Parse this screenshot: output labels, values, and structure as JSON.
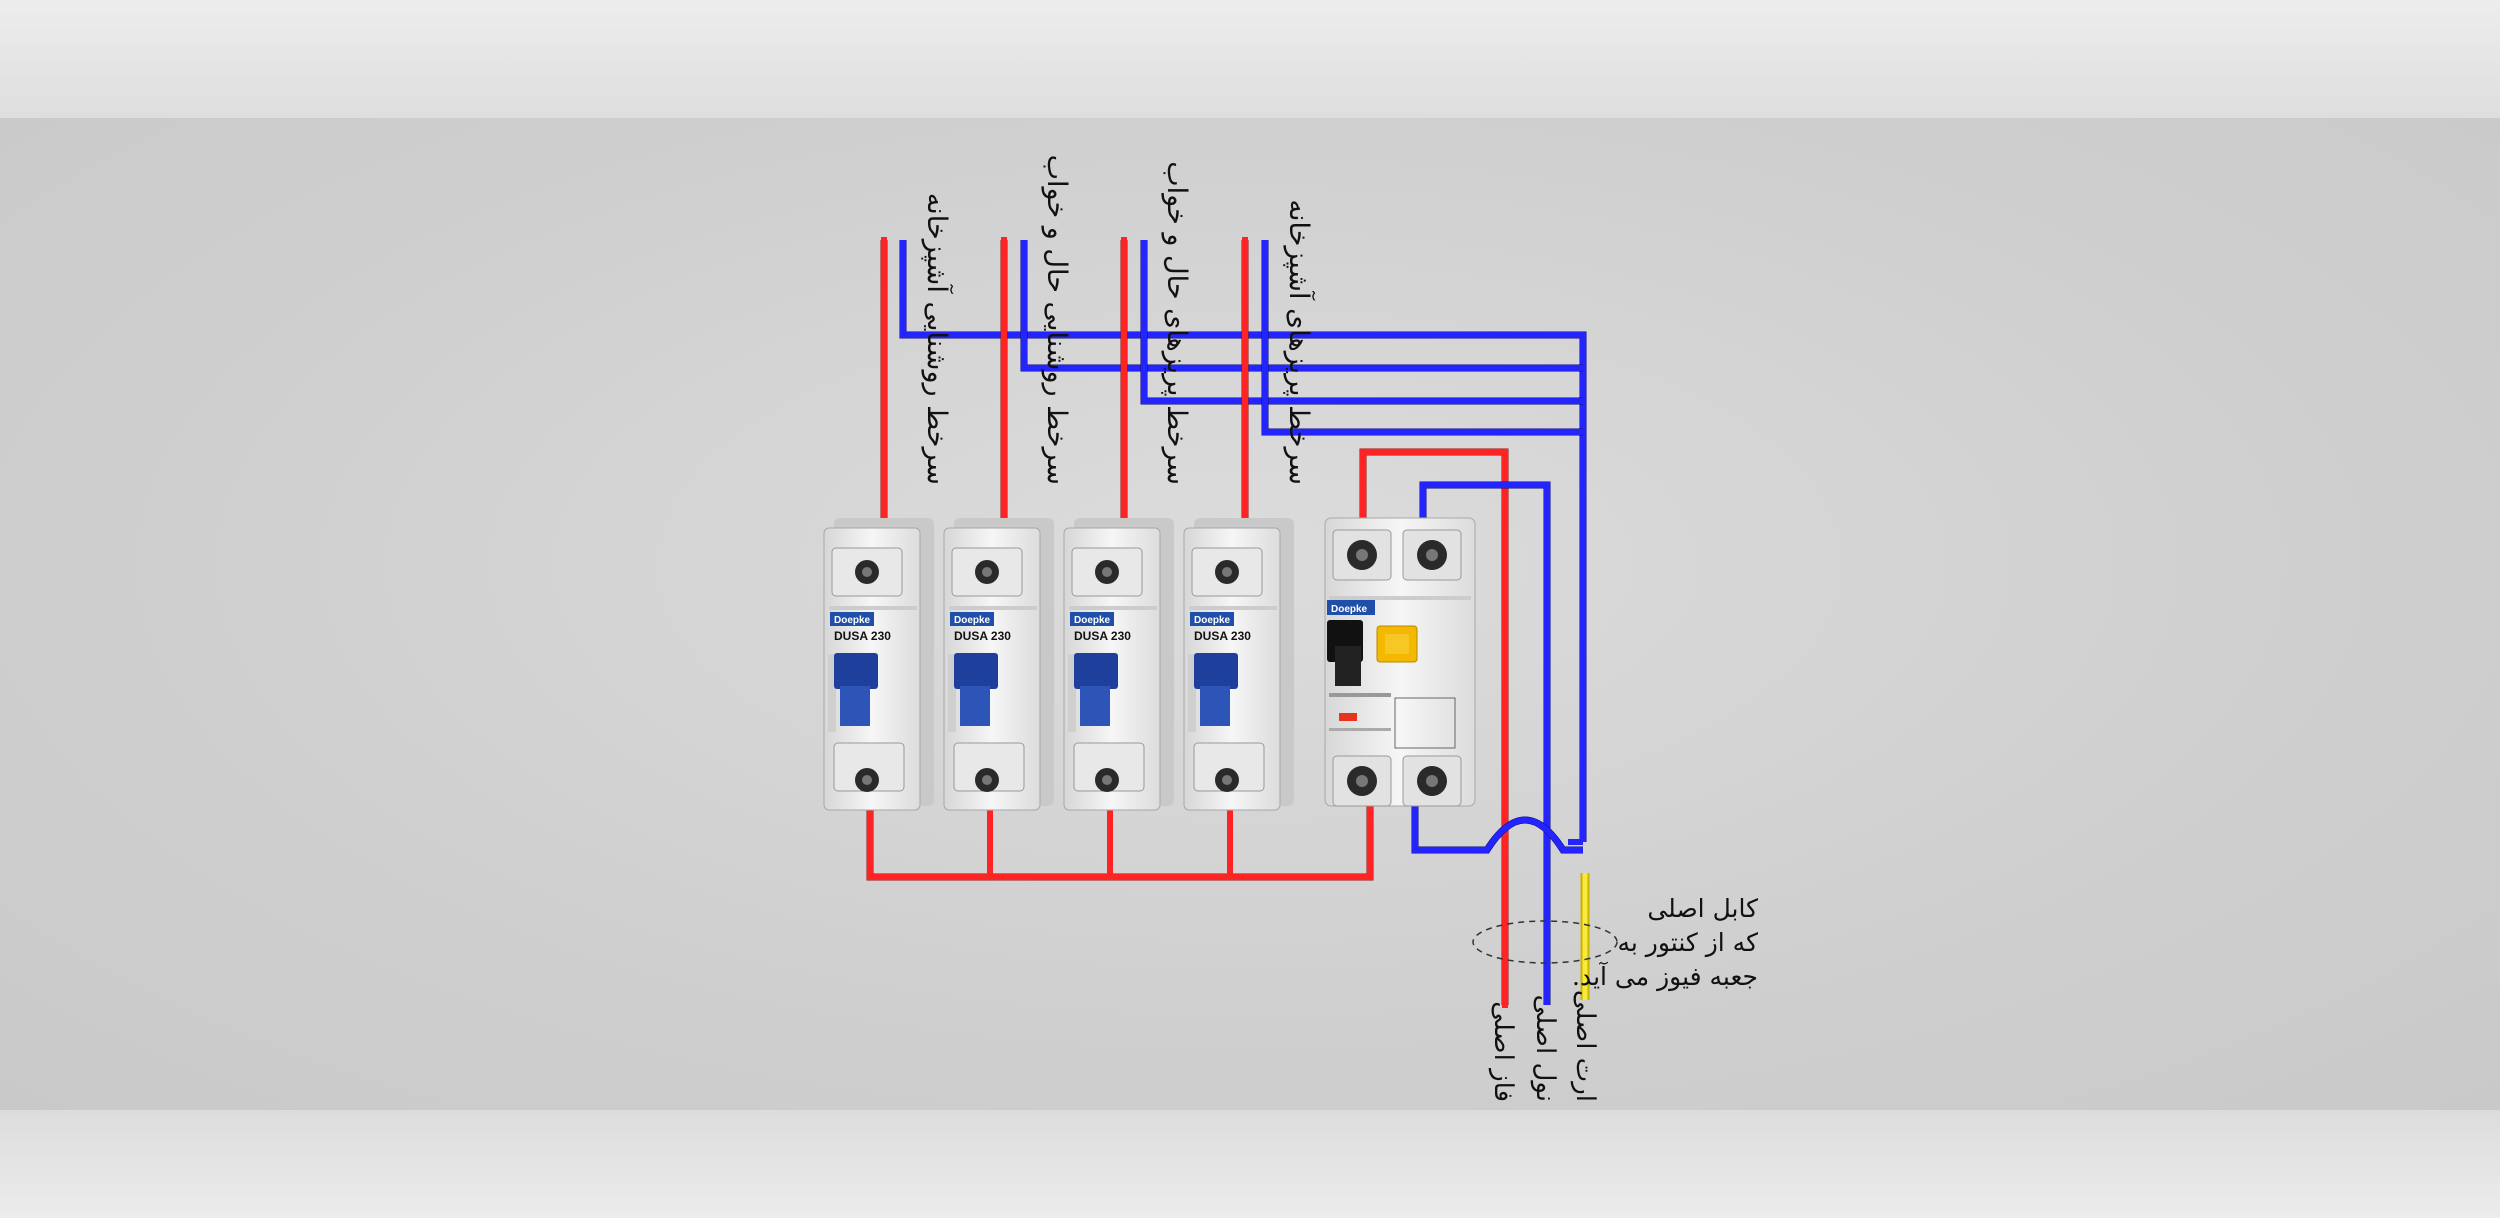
{
  "circuit_labels": [
    "سرخط روشنایی آشپزخانه",
    "سرخط روشنایی حال و خواب",
    "سرخط پریزهای حال و خواب",
    "سرخط پریزهای آشپزخانه"
  ],
  "main_cable_labels": [
    "فاز اصلی",
    "نول اصلی",
    "ارت اصلی"
  ],
  "cable_note": [
    "کابل اصلی",
    "که از کنتور به",
    "جعبه فیوز می آید."
  ],
  "breaker": {
    "brand": "Doepke",
    "model": "DUSA 230"
  },
  "rcd": {
    "brand": "Doepke"
  },
  "colors": {
    "phase": "#ff2424",
    "neutral": "#2424ff",
    "earth": "#f0e030",
    "background": "#d2d2d2"
  }
}
